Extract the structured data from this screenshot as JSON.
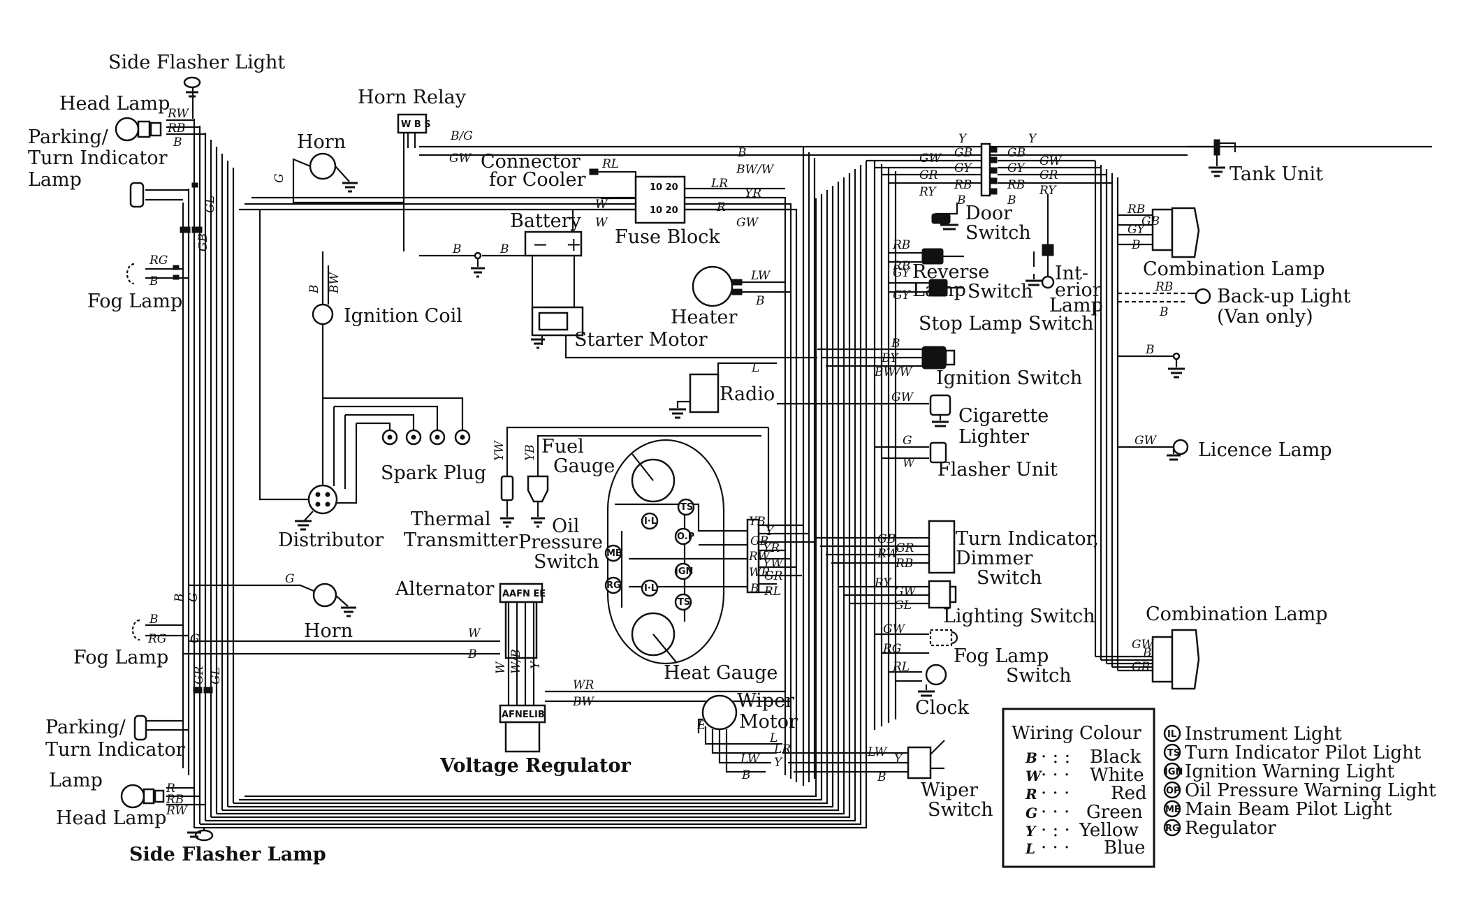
{
  "components": {
    "side_flasher_light": "Side Flasher Light",
    "head_lamp_top": "Head Lamp",
    "parking_turn_top_1": "Parking/",
    "parking_turn_top_2": "Turn Indicator",
    "parking_turn_top_3": "Lamp",
    "fog_lamp_top": "Fog Lamp",
    "horn_relay": "Horn Relay",
    "horn_top": "Horn",
    "connector_cooler_1": "Connector",
    "connector_cooler_2": "for Cooler",
    "battery": "Battery",
    "fuse_block": "Fuse Block",
    "ignition_coil": "Ignition Coil",
    "starter_motor": "Starter Motor",
    "heater": "Heater",
    "radio": "Radio",
    "spark_plug": "Spark Plug",
    "distributor": "Distributor",
    "thermal_1": "Thermal",
    "thermal_2": "Transmitter",
    "oil_1": "Oil",
    "oil_2": "Pressure",
    "oil_3": "Switch",
    "fuel_1": "Fuel",
    "fuel_2": "Gauge",
    "alternator": "Alternator",
    "horn_bottom": "Horn",
    "heat_gauge": "Heat Gauge",
    "fog_lamp_bottom": "Fog Lamp",
    "parking_turn_bottom_1": "Parking/",
    "parking_turn_bottom_2": "Turn Indicator",
    "parking_turn_bottom_3": "Lamp",
    "head_lamp_bottom": "Head Lamp",
    "side_flasher_lamp": "Side Flasher Lamp",
    "voltage_regulator": "Voltage Regulator",
    "wiper_motor_1": "Wiper",
    "wiper_motor_2": "Motor",
    "wiper_switch_1": "Wiper",
    "wiper_switch_2": "Switch",
    "tank_unit": "Tank Unit",
    "door_switch_1": "Door",
    "door_switch_2": "Switch",
    "reverse_1": "Reverse",
    "reverse_2": "Lamp",
    "reverse_3": "Switch",
    "interior_1": "Int-",
    "interior_2": "erior",
    "interior_3": "Lamp",
    "stop_lamp_switch": "Stop Lamp Switch",
    "combination_lamp_top": "Combination Lamp",
    "backup_light_1": "Back-up Light",
    "backup_light_2": "(Van only)",
    "ignition_switch": "Ignition Switch",
    "cigarette_1": "Cigarette",
    "cigarette_2": "Lighter",
    "flasher_unit": "Flasher Unit",
    "licence_lamp": "Licence Lamp",
    "turn_dimmer_1": "Turn Indicator,",
    "turn_dimmer_2": "Dimmer",
    "turn_dimmer_3": "Switch",
    "lighting_switch": "Lighting Switch",
    "fog_switch_1": "Fog Lamp",
    "fog_switch_2": "Switch",
    "clock": "Clock",
    "combination_lamp_bottom": "Combination Lamp"
  },
  "wiring_colour": {
    "title": "Wiring Colour",
    "entries": [
      {
        "code": "B",
        "dots": "· : :",
        "name": "Black"
      },
      {
        "code": "W",
        "dots": "· · ·",
        "name": "White"
      },
      {
        "code": "R",
        "dots": "· · ·",
        "name": "Red"
      },
      {
        "code": "G",
        "dots": "· · ·",
        "name": "Green"
      },
      {
        "code": "Y",
        "dots": "· : ·",
        "name": "Yellow"
      },
      {
        "code": "L",
        "dots": "· · ·",
        "name": "Blue"
      }
    ]
  },
  "symbol_legend": [
    {
      "symbol": "IL",
      "text": "Instrument Light"
    },
    {
      "symbol": "TS",
      "text": "Turn Indicator Pilot Light"
    },
    {
      "symbol": "IGN",
      "text": "Ignition Warning Light"
    },
    {
      "symbol": "OP",
      "text": "Oil Pressure Warning Light"
    },
    {
      "symbol": "MB",
      "text": "Main Beam Pilot Light"
    },
    {
      "symbol": "RG",
      "text": "Regulator"
    }
  ],
  "instrument_symbols": {
    "ts1": "TS",
    "il1": "I·L",
    "op": "O.P",
    "mb": "MB",
    "ign": "IGN",
    "rg": "RG",
    "il2": "I·L",
    "ts2": "TS"
  },
  "connector_letters": {
    "horn_relay": "W B S",
    "alternator": "AAFN EE",
    "regulator": "AFNELIB",
    "fuse_block_1": "10 20",
    "fuse_block_2": "10 20",
    "battery_minus": "−",
    "battery_plus": "+"
  },
  "wire_codes": {
    "hl_rw": "RW",
    "hl_rb": "RB",
    "hl_b": "B",
    "gl_top": "GL",
    "gb_top": "GB",
    "fog_rg": "RG",
    "fog_b": "B",
    "horn_g": "G",
    "relay_bg": "B/G",
    "relay_gw": "GW",
    "coil_b": "B",
    "coil_bw": "BW",
    "cool_rl": "RL",
    "fuse_b": "B",
    "fuse_bww": "BW/W",
    "fuse_lr": "LR",
    "fuse_yr": "YR",
    "fuse_w1": "W",
    "fuse_w2": "W",
    "fuse_r": "R",
    "fuse_gw": "GW",
    "bat_b1": "B",
    "bat_b2": "B",
    "heat_lw": "LW",
    "heat_b": "B",
    "radio_l": "L",
    "yw": "YW",
    "yb": "YB",
    "gauge_yb": "YB",
    "gauge_y": "Y",
    "gauge_gb": "GB",
    "gauge_yr": "YR",
    "gauge_rw": "RW",
    "gauge_yw": "YW",
    "gauge_wr": "WR",
    "gauge_gr": "GR",
    "gauge_b": "B",
    "gauge_rl": "RL",
    "horn2_g": "G",
    "alt_w": "W",
    "alt_b": "B",
    "reg_w": "W",
    "reg_wb": "W/B",
    "reg_y": "Y",
    "reg_wr": "WR",
    "reg_bw": "BW",
    "bl_b1": "B",
    "bl_g1": "G",
    "bl_b2": "B",
    "bl_rg": "RG",
    "bl_g2": "G",
    "bl_gr": "GR",
    "bl_gl": "GL",
    "hb_r": "R",
    "hb_rb": "RB",
    "hb_rw": "RW",
    "wm_l": "L",
    "wm_lr": "LR",
    "wm_lw": "LW",
    "wm_y": "Y",
    "wm_b": "B",
    "wm_e": "E",
    "ws_lw": "LW",
    "ws_y": "Y",
    "ws_b": "B",
    "top_y1": "Y",
    "top_y2": "Y",
    "top_gw1": "GW",
    "top_gb1": "GB",
    "top_gb2": "GB",
    "top_gw2": "GW",
    "top_gr1": "GR",
    "top_gy1": "GY",
    "top_gy2": "GY",
    "top_gr2": "GR",
    "top_ry1": "RY",
    "top_rb1": "RB",
    "top_rb2": "RB",
    "top_ry2": "RY",
    "top_b1": "B",
    "top_b2": "B",
    "rev_rb1": "RB",
    "rev_rb2": "RB",
    "stop_gy1": "GY",
    "stop_gy2": "GY",
    "comb_rb": "RB",
    "comb_gb": "GB",
    "comb_gy": "GY",
    "comb_b": "B",
    "bu_rb": "RB",
    "bu_b": "B",
    "gnd_b": "B",
    "lic_gw": "GW",
    "ign_b": "B",
    "ign_by": "BY",
    "ign_bww": "BW/W",
    "cig_gw": "GW",
    "fl_g": "G",
    "fl_w": "W",
    "td_gb": "GB",
    "td_rw": "RW",
    "td_gr": "GR",
    "td_rb": "RB",
    "ls_ry": "RY",
    "ls_gw": "GW",
    "ls_gl": "GL",
    "fs_gw": "GW",
    "fs_rg": "RG",
    "cl_rl": "RL",
    "cb_gw": "GW",
    "cb_b": "B",
    "cb_gr": "GR"
  }
}
